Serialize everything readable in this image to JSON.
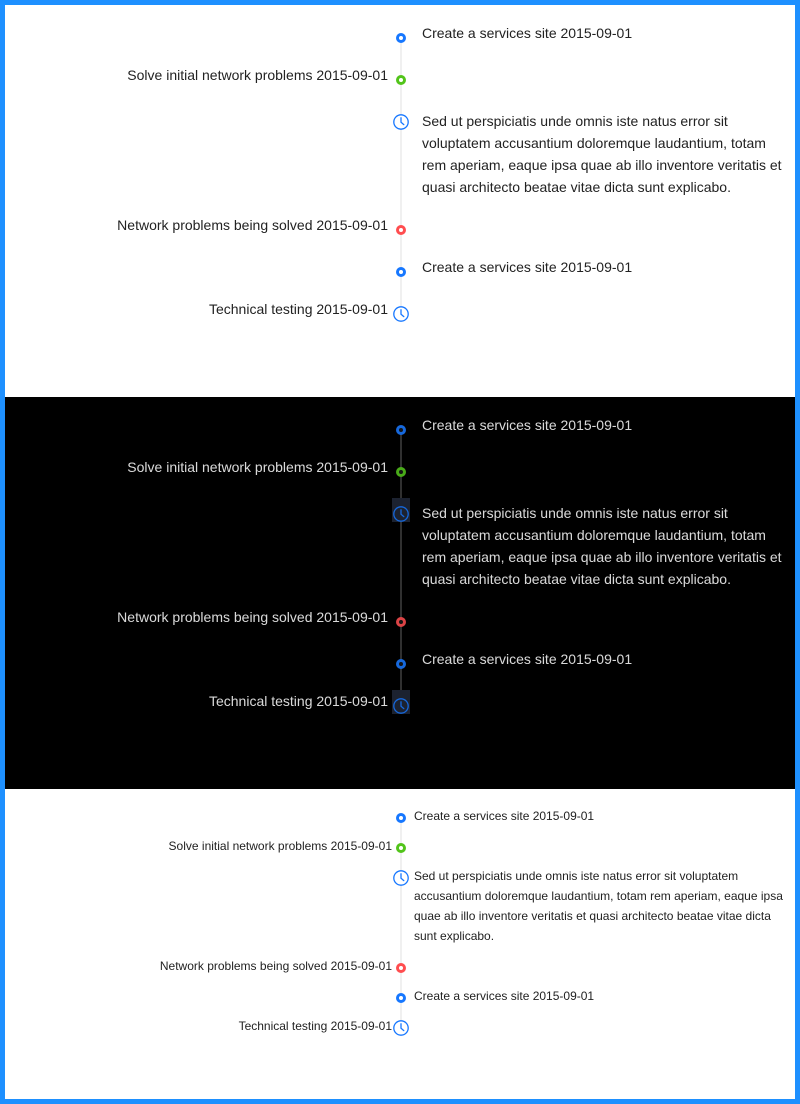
{
  "timelines": [
    {
      "theme": "light",
      "items": [
        {
          "label": "Create a services site 2015-09-01",
          "side": "right",
          "dot": "blue"
        },
        {
          "label": "Solve initial network problems 2015-09-01",
          "side": "left",
          "dot": "green"
        },
        {
          "label": "Sed ut perspiciatis unde omnis iste natus error sit voluptatem accusantium doloremque laudantium, totam rem aperiam, eaque ipsa quae ab illo inventore veritatis et quasi architecto beatae vitae dicta sunt explicabo.",
          "side": "right",
          "dot": "clock-icon"
        },
        {
          "label": "Network problems being solved 2015-09-01",
          "side": "left",
          "dot": "red"
        },
        {
          "label": "Create a services site 2015-09-01",
          "side": "right",
          "dot": "blue"
        },
        {
          "label": "Technical testing 2015-09-01",
          "side": "left",
          "dot": "clock-icon"
        }
      ]
    },
    {
      "theme": "dark",
      "items": [
        {
          "label": "Create a services site 2015-09-01",
          "side": "right",
          "dot": "blue"
        },
        {
          "label": "Solve initial network problems 2015-09-01",
          "side": "left",
          "dot": "green"
        },
        {
          "label": "Sed ut perspiciatis unde omnis iste natus error sit voluptatem accusantium doloremque laudantium, totam rem aperiam, eaque ipsa quae ab illo inventore veritatis et quasi architecto beatae vitae dicta sunt explicabo.",
          "side": "right",
          "dot": "clock-icon"
        },
        {
          "label": "Network problems being solved 2015-09-01",
          "side": "left",
          "dot": "red"
        },
        {
          "label": "Create a services site 2015-09-01",
          "side": "right",
          "dot": "blue"
        },
        {
          "label": "Technical testing 2015-09-01",
          "side": "left",
          "dot": "clock-icon"
        }
      ]
    },
    {
      "theme": "small",
      "items": [
        {
          "label": "Create a services site 2015-09-01",
          "side": "right",
          "dot": "blue"
        },
        {
          "label": "Solve initial network problems 2015-09-01",
          "side": "left",
          "dot": "green"
        },
        {
          "label": "Sed ut perspiciatis unde omnis iste natus error sit voluptatem accusantium doloremque laudantium, totam rem aperiam, eaque ipsa quae ab illo inventore veritatis et quasi architecto beatae vitae dicta sunt explicabo.",
          "side": "right",
          "dot": "clock-icon"
        },
        {
          "label": "Network problems being solved 2015-09-01",
          "side": "left",
          "dot": "red"
        },
        {
          "label": "Create a services site 2015-09-01",
          "side": "right",
          "dot": "blue"
        },
        {
          "label": "Technical testing 2015-09-01",
          "side": "left",
          "dot": "clock-icon"
        }
      ]
    }
  ],
  "colors": {
    "frame": "#1e90ff",
    "blue": "#1677ff",
    "green": "#52c41a",
    "red": "#ff4d4f"
  }
}
